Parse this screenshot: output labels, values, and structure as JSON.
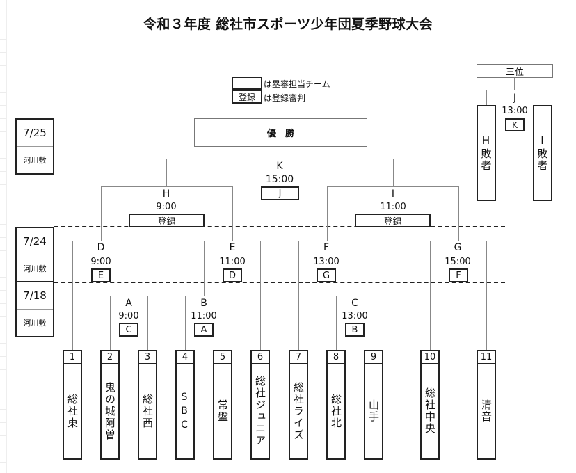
{
  "title": "令和３年度 総社市スポーツ少年団夏季野球大会",
  "legend": {
    "empty_box_text": "は塁審担当チーム",
    "register_box_label": "登録",
    "register_text": "は登録審判"
  },
  "final": {
    "champion_label": "優　勝",
    "match_id": "K",
    "time": "15:00",
    "umpire": "J"
  },
  "third_place": {
    "label": "三位",
    "match_id": "J",
    "time": "13:00",
    "umpire": "K",
    "left_team": "H敗者",
    "right_team": "I敗者"
  },
  "dates": [
    {
      "date": "7/25",
      "venue": "河川敷"
    },
    {
      "date": "7/24",
      "venue": "河川敷"
    },
    {
      "date": "7/18",
      "venue": "河川敷"
    }
  ],
  "semifinals": [
    {
      "match_id": "H",
      "time": "9:00",
      "umpire": "登録"
    },
    {
      "match_id": "I",
      "time": "11:00",
      "umpire": "登録"
    }
  ],
  "quarterfinals": [
    {
      "match_id": "D",
      "time": "9:00",
      "umpire": "E"
    },
    {
      "match_id": "E",
      "time": "11:00",
      "umpire": "D"
    },
    {
      "match_id": "F",
      "time": "13:00",
      "umpire": "G"
    },
    {
      "match_id": "G",
      "time": "15:00",
      "umpire": "F"
    }
  ],
  "first_round": [
    {
      "match_id": "A",
      "time": "9:00",
      "umpire": "C"
    },
    {
      "match_id": "B",
      "time": "11:00",
      "umpire": "A"
    },
    {
      "match_id": "C",
      "time": "13:00",
      "umpire": "B"
    }
  ],
  "teams": [
    {
      "num": "1",
      "name": "総社東"
    },
    {
      "num": "2",
      "name": "鬼の城阿曽"
    },
    {
      "num": "3",
      "name": "総社西"
    },
    {
      "num": "4",
      "name": "SBC"
    },
    {
      "num": "5",
      "name": "常盤"
    },
    {
      "num": "6",
      "name": "総社ジュニア"
    },
    {
      "num": "7",
      "name": "総社ライズ"
    },
    {
      "num": "8",
      "name": "総社北"
    },
    {
      "num": "9",
      "name": "山手"
    },
    {
      "num": "10",
      "name": "総社中央"
    },
    {
      "num": "11",
      "name": "清音"
    }
  ]
}
